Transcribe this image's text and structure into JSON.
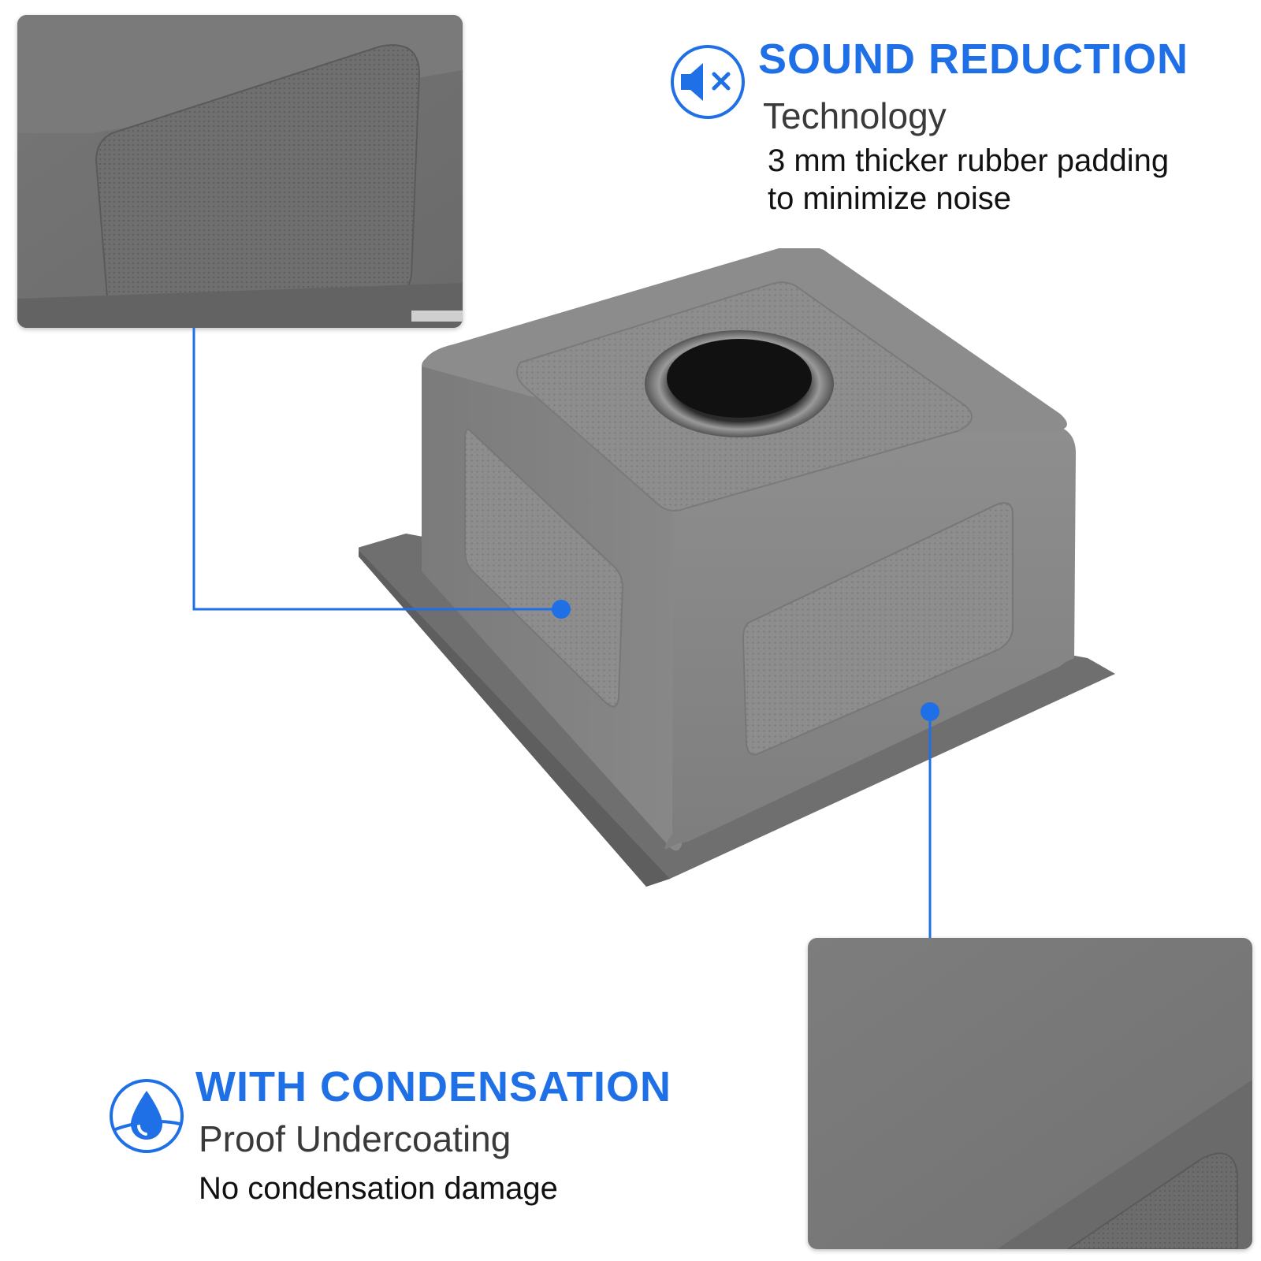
{
  "colors": {
    "accent": "#1f6fe6",
    "sink_gray": "#8a8a8a",
    "text_dark": "#111111",
    "text_gray": "#3a3a3a"
  },
  "features": {
    "sound": {
      "icon": "muted-speaker-icon",
      "title": "SOUND REDUCTION",
      "subtitle": "Technology",
      "desc_line1": "3 mm thicker rubber padding",
      "desc_line2": "to minimize noise"
    },
    "condensation": {
      "icon": "water-drop-icon",
      "title": "WITH CONDENSATION",
      "subtitle": "Proof Undercoating",
      "desc": "No condensation damage"
    }
  },
  "images": {
    "main": "gray-undermount-sink-underside",
    "detail_top": "rubber-padding-closeup",
    "detail_bottom": "undercoating-closeup"
  }
}
